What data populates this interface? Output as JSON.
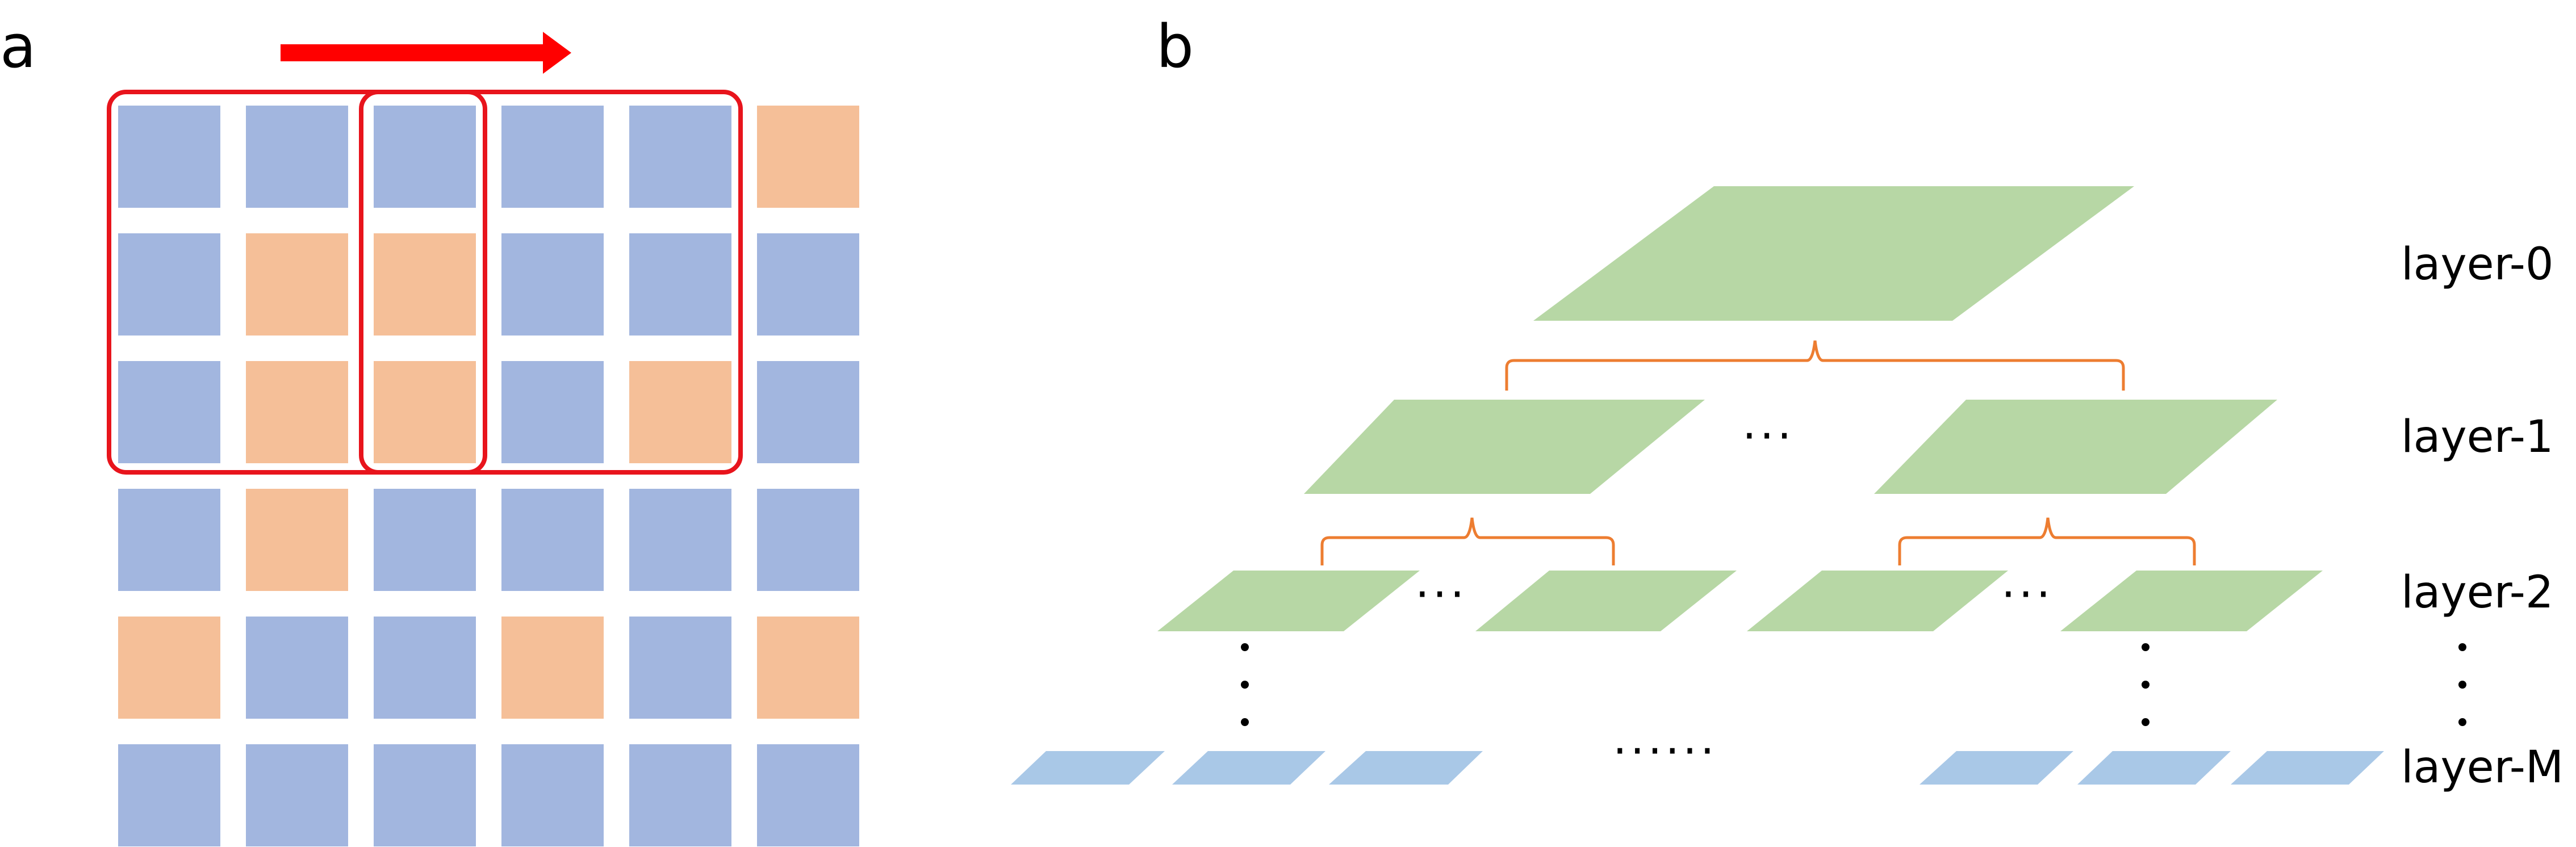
{
  "panels": {
    "a": "a",
    "b": "b"
  },
  "colors": {
    "blue_cell": "#a2b6df",
    "orange_cell": "#f5bf98",
    "red": "#ff0000",
    "window_red": "#e8141c",
    "green_plane": "#b7d7a5",
    "blue_plane": "#a9c8e7",
    "brace": "#ed7d31"
  },
  "grid": {
    "rows": [
      [
        "blue",
        "blue",
        "blue",
        "blue",
        "blue",
        "orange"
      ],
      [
        "blue",
        "orange",
        "orange",
        "blue",
        "blue",
        "blue"
      ],
      [
        "blue",
        "orange",
        "orange",
        "blue",
        "orange",
        "blue"
      ],
      [
        "blue",
        "orange",
        "blue",
        "blue",
        "blue",
        "blue"
      ],
      [
        "orange",
        "blue",
        "blue",
        "orange",
        "blue",
        "orange"
      ],
      [
        "blue",
        "blue",
        "blue",
        "blue",
        "blue",
        "blue"
      ]
    ]
  },
  "hierarchy": {
    "layer_labels": [
      "layer-0",
      "layer-1",
      "layer-2",
      "layer-M"
    ],
    "ellipsis_short": "···",
    "ellipsis_long": "······",
    "vertical_ellipsis": "⋮"
  }
}
